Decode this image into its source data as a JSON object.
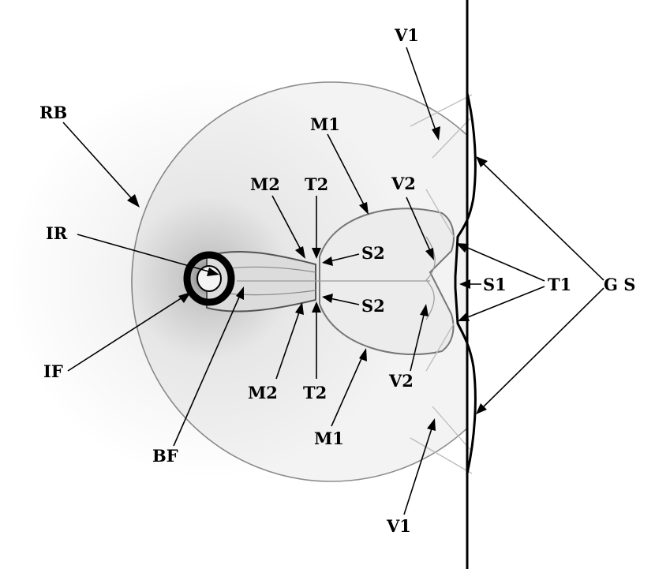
{
  "labels": {
    "rb": "RB",
    "ir": "IR",
    "if": "IF",
    "bf": "BF",
    "m1_top": "M1",
    "m1_bottom": "M1",
    "m2_top": "M2",
    "m2_bottom": "M2",
    "t2_top": "T2",
    "t2_bottom": "T2",
    "s2_top": "S2",
    "s2_bottom": "S2",
    "v1_top": "V1",
    "v1_bottom": "V1",
    "v2_top": "V2",
    "v2_bottom": "V2",
    "s1": "S1",
    "t1": "T1",
    "gs": "G S"
  }
}
